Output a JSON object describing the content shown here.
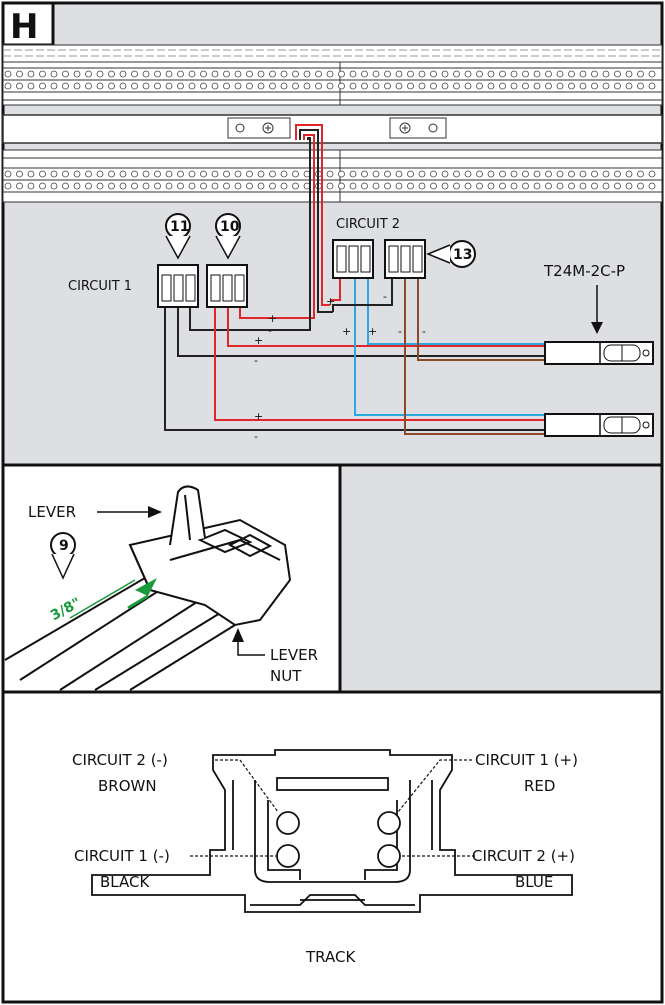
{
  "section_letter": "H",
  "labels": {
    "circuit1": "CIRCUIT 1",
    "circuit2": "CIRCUIT 2",
    "part_number": "T24M-2C-P",
    "lever": "LEVER",
    "lever_nut_line1": "LEVER",
    "lever_nut_line2": "NUT",
    "measurement": "3/8\"",
    "track": "TRACK",
    "c2_minus": "CIRCUIT 2 (-)",
    "c2_minus_color": "BROWN",
    "c1_plus": "CIRCUIT 1 (+)",
    "c1_plus_color": "RED",
    "c1_minus": "CIRCUIT 1 (-)",
    "c1_minus_color": "BLACK",
    "c2_plus": "CIRCUIT 2 (+)",
    "c2_plus_color": "BLUE"
  },
  "steps": {
    "s11": "11",
    "s10": "10",
    "s13": "13",
    "s9": "9"
  },
  "signs": {
    "plus": "+",
    "minus": "-"
  },
  "colors": {
    "red": "#e0262b",
    "black": "#222222",
    "blue": "#2aa8e0",
    "brown": "#8a4a2a",
    "panel_gray": "#dddfe2",
    "green": "#1a9a3a"
  }
}
